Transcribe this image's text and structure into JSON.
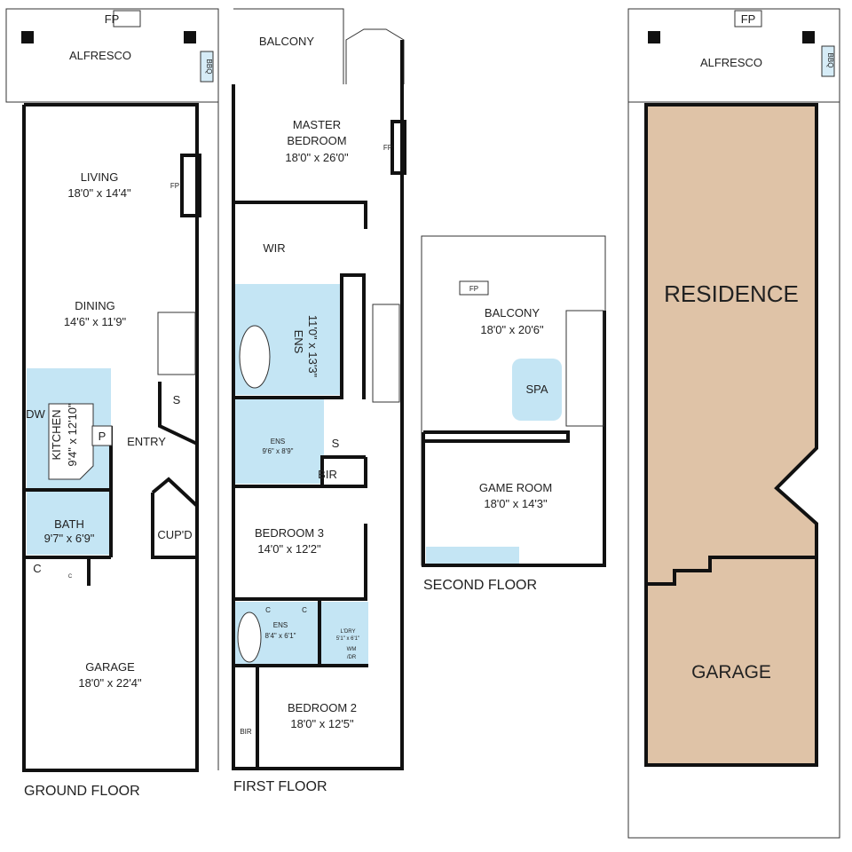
{
  "colors": {
    "wet_area": "#c4e5f4",
    "site_fill": "#dfc3a7",
    "wall": "#111111"
  },
  "ground_floor": {
    "title": "GROUND FLOOR",
    "alfresco": "ALFRESCO",
    "fp": "FP",
    "bbq": "BBQ",
    "living": {
      "name": "LIVING",
      "size": "18'0\" x 14'4\""
    },
    "living_fp": "FP",
    "dining": {
      "name": "DINING",
      "size": "14'6\" x 11'9\""
    },
    "kitchen": {
      "name": "KITCHEN",
      "size": "9'4\" x 12'10\""
    },
    "dw": "DW",
    "pantry": "P",
    "entry": "ENTRY",
    "store": "S",
    "bath": {
      "name": "BATH",
      "size": "9'7\" x 6'9\""
    },
    "cupd": "CUP'D",
    "cupboard": "C",
    "cupboard_small": "C",
    "garage": {
      "name": "GARAGE",
      "size": "18'0\" x 22'4\""
    }
  },
  "first_floor": {
    "title": "FIRST FLOOR",
    "balcony": "BALCONY",
    "master": {
      "name1": "MASTER",
      "name2": "BEDROOM",
      "size": "18'0\" x 26'0\""
    },
    "fp": "FP",
    "wir": "WIR",
    "ens_main": {
      "name": "ENS",
      "size": "11'0\" x 13'3\""
    },
    "ens2": {
      "name": "ENS",
      "size": "9'6\" x 8'9\""
    },
    "store": "S",
    "bir": "BIR",
    "bedroom3": {
      "name": "BEDROOM 3",
      "size": "14'0\" x 12'2\""
    },
    "ens3": {
      "name": "ENS",
      "size": "8'4\" x 6'1\""
    },
    "c1": "C",
    "c2": "C",
    "laundry": {
      "name": "L'DRY",
      "size": "5'1\" x 6'1\"",
      "wm": "WM",
      "dr": "/DR"
    },
    "bedroom2": {
      "name": "BEDROOM 2",
      "size": "18'0\" x 12'5\""
    },
    "bir2": "BIR"
  },
  "second_floor": {
    "title": "SECOND FLOOR",
    "fp": "FP",
    "balcony": {
      "name": "BALCONY",
      "size": "18'0\" x 20'6\""
    },
    "spa": "SPA",
    "game_room": {
      "name": "GAME ROOM",
      "size": "18'0\" x 14'3\""
    }
  },
  "site_plan": {
    "fp": "FP",
    "alfresco": "ALFRESCO",
    "bbq": "BBQ",
    "residence": "RESIDENCE",
    "garage": "GARAGE"
  }
}
